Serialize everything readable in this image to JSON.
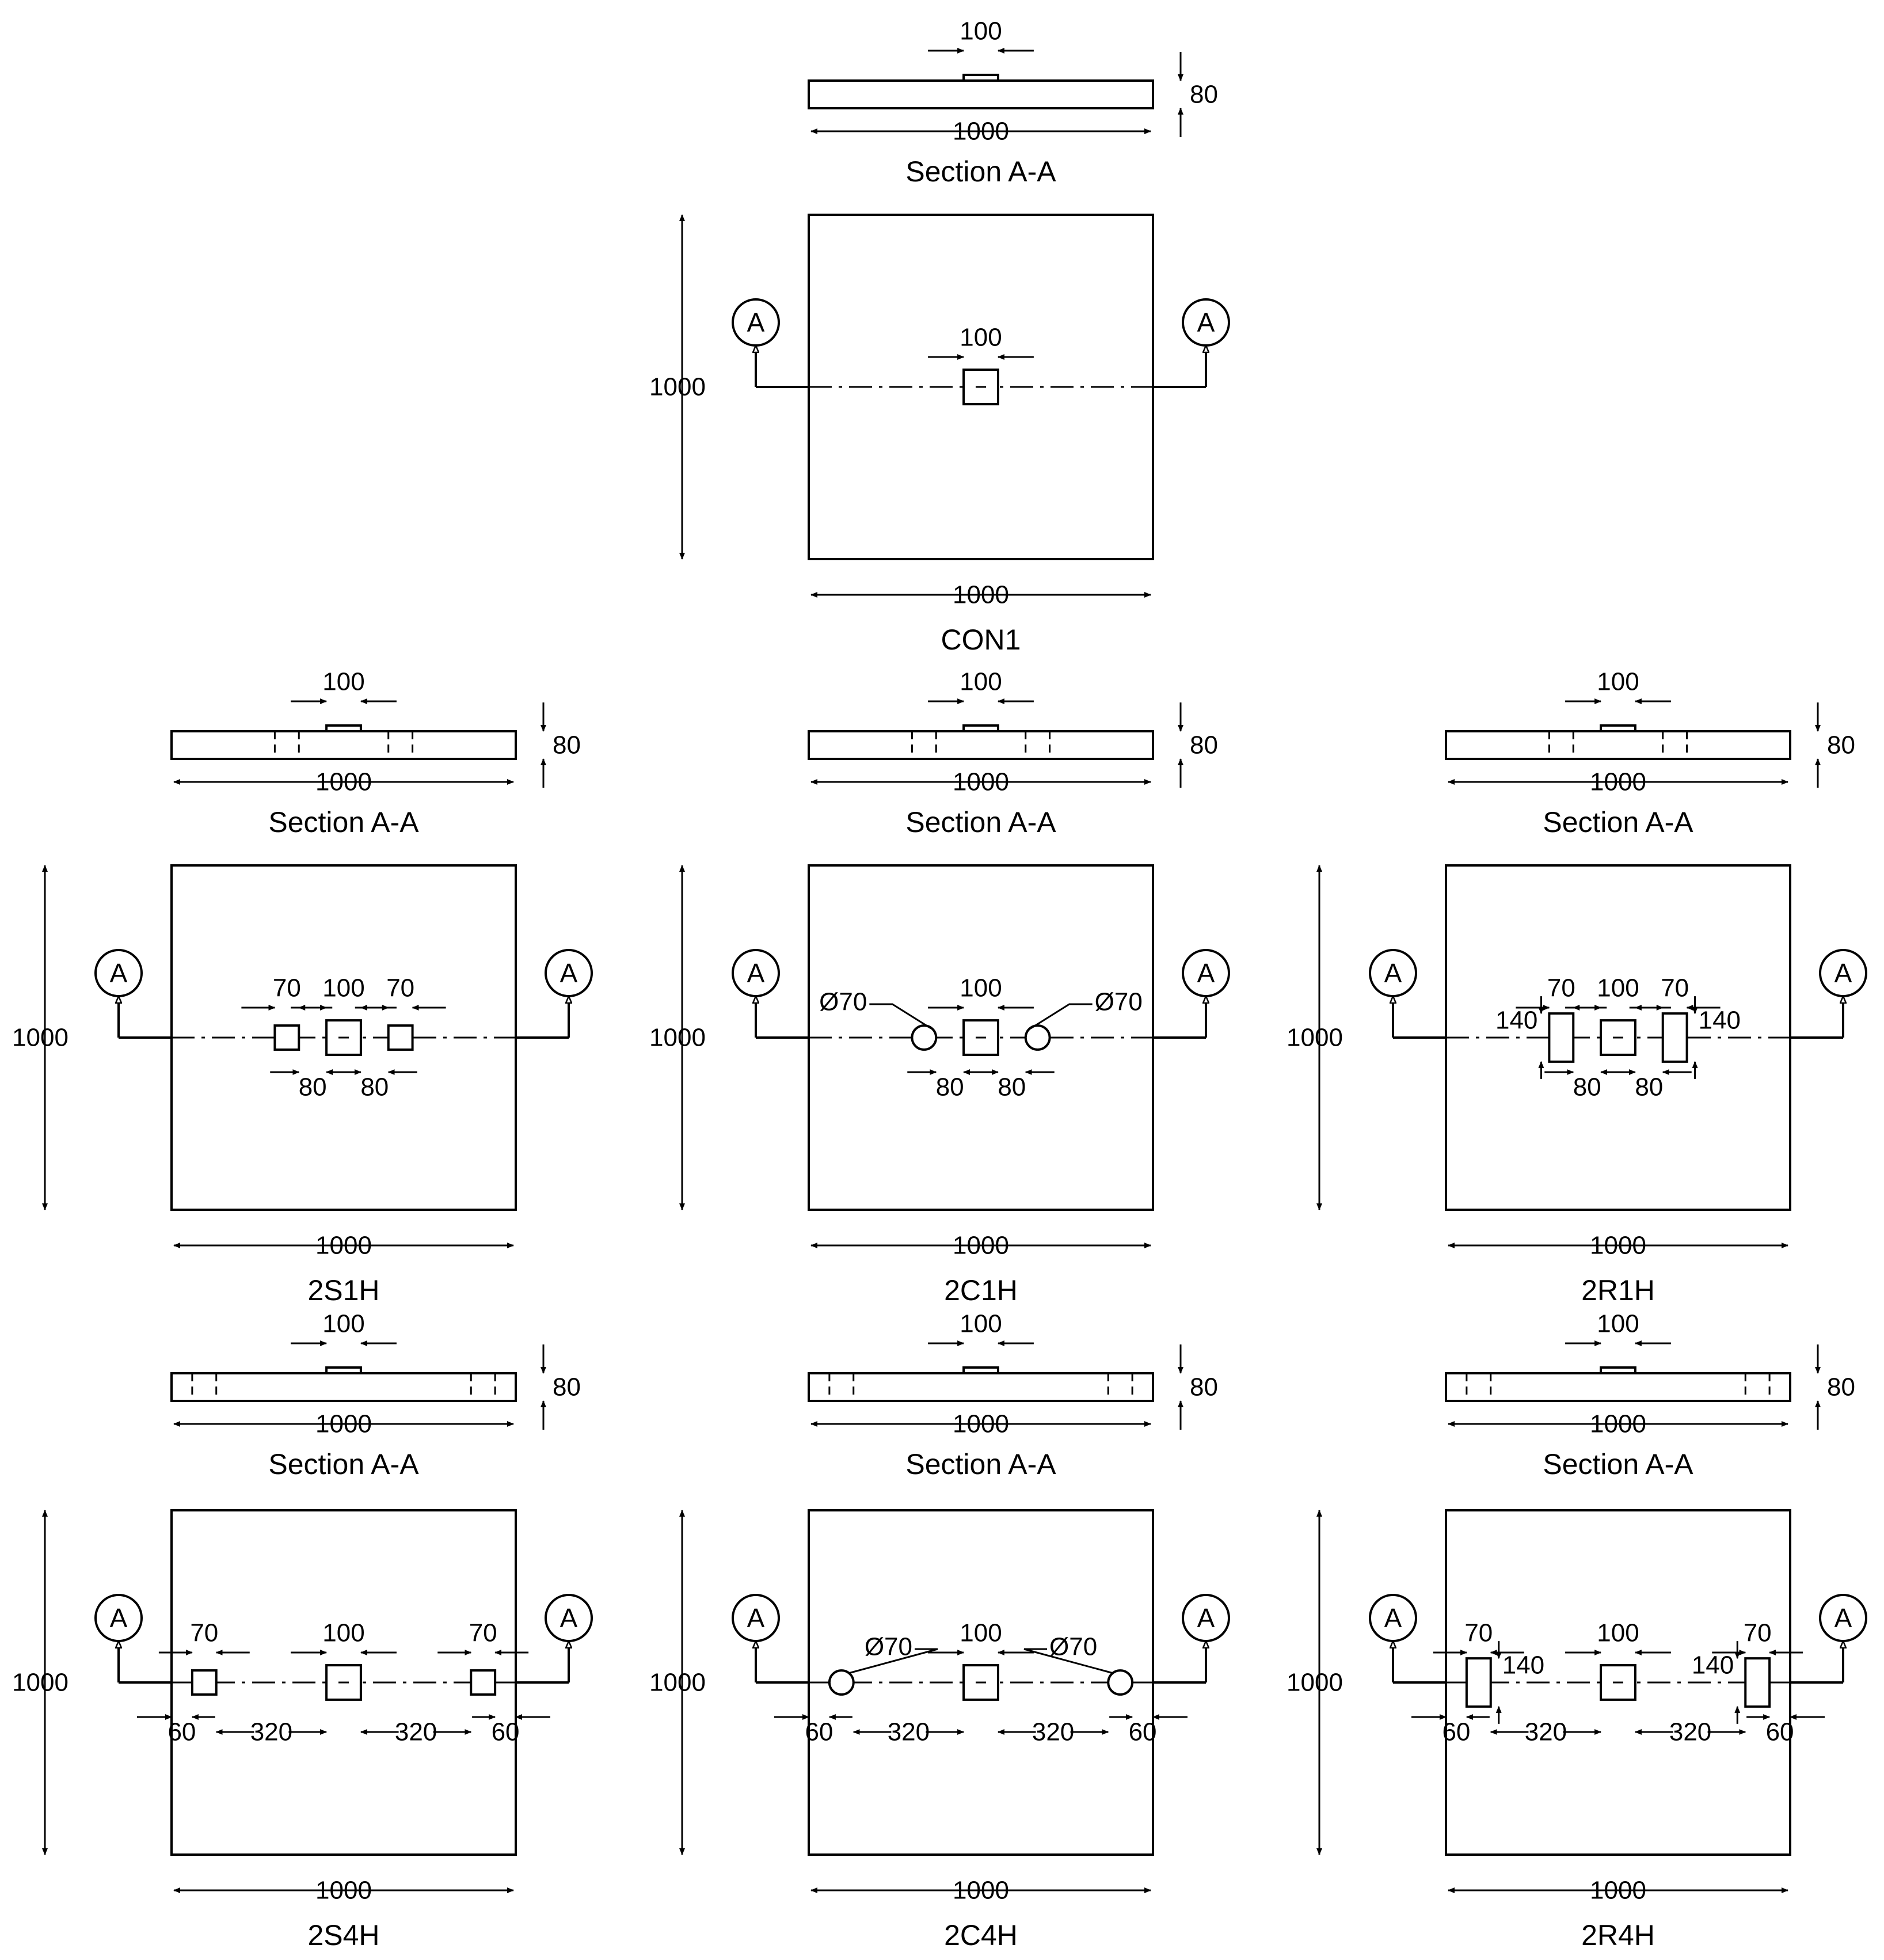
{
  "drawing": {
    "line_color": "#000000",
    "background": "#ffffff",
    "section_marker_letter": "A",
    "section_caption": "Section A-A"
  },
  "specimens": [
    {
      "id": "CON1",
      "label": "CON1",
      "col": 1,
      "row": 0,
      "slab_mm": 1000,
      "thickness_mm": 80,
      "column_mm": 100,
      "section_holes": "none",
      "holes": [],
      "dims": {
        "width": "1000",
        "height": "1000",
        "thickness": "80",
        "column": "100",
        "sec_width": "1000"
      }
    },
    {
      "id": "2S1H",
      "label": "2S1H",
      "col": 0,
      "row": 1,
      "slab_mm": 1000,
      "thickness_mm": 80,
      "column_mm": 100,
      "section_holes": "near",
      "holes": [
        {
          "shape": "square",
          "size_mm": 70,
          "gap_mm": 80,
          "side": "left"
        },
        {
          "shape": "square",
          "size_mm": 70,
          "gap_mm": 80,
          "side": "right"
        }
      ],
      "dims": {
        "width": "1000",
        "height": "1000",
        "thickness": "80",
        "column": "100",
        "sec_width": "1000",
        "hole_left": "70",
        "hole_right": "70",
        "gap_left": "80",
        "gap_right": "80"
      }
    },
    {
      "id": "2C1H",
      "label": "2C1H",
      "col": 1,
      "row": 1,
      "slab_mm": 1000,
      "thickness_mm": 80,
      "column_mm": 100,
      "section_holes": "near",
      "holes": [
        {
          "shape": "circle",
          "size_mm": 70,
          "gap_mm": 80,
          "side": "left"
        },
        {
          "shape": "circle",
          "size_mm": 70,
          "gap_mm": 80,
          "side": "right"
        }
      ],
      "dims": {
        "width": "1000",
        "height": "1000",
        "thickness": "80",
        "column": "100",
        "sec_width": "1000",
        "dia_left": "Ø70",
        "dia_right": "Ø70",
        "gap_left": "80",
        "gap_right": "80"
      }
    },
    {
      "id": "2R1H",
      "label": "2R1H",
      "col": 2,
      "row": 1,
      "slab_mm": 1000,
      "thickness_mm": 80,
      "column_mm": 100,
      "section_holes": "near",
      "holes": [
        {
          "shape": "rect",
          "w_mm": 70,
          "h_mm": 140,
          "gap_mm": 80,
          "side": "left"
        },
        {
          "shape": "rect",
          "w_mm": 70,
          "h_mm": 140,
          "gap_mm": 80,
          "side": "right"
        }
      ],
      "dims": {
        "width": "1000",
        "height": "1000",
        "thickness": "80",
        "column": "100",
        "sec_width": "1000",
        "hole_left": "70",
        "hole_right": "70",
        "len_left": "140",
        "len_right": "140",
        "gap_left": "80",
        "gap_right": "80"
      }
    },
    {
      "id": "2S4H",
      "label": "2S4H",
      "col": 0,
      "row": 2,
      "slab_mm": 1000,
      "thickness_mm": 80,
      "column_mm": 100,
      "section_holes": "far",
      "holes": [
        {
          "shape": "square",
          "size_mm": 70,
          "edge_mm": 60,
          "gap_mm": 320,
          "side": "left"
        },
        {
          "shape": "square",
          "size_mm": 70,
          "edge_mm": 60,
          "gap_mm": 320,
          "side": "right"
        }
      ],
      "dims": {
        "width": "1000",
        "height": "1000",
        "thickness": "80",
        "column": "100",
        "sec_width": "1000",
        "hole_left": "70",
        "hole_right": "70",
        "edge_left": "60",
        "edge_right": "60",
        "gap_left": "320",
        "gap_right": "320"
      }
    },
    {
      "id": "2C4H",
      "label": "2C4H",
      "col": 1,
      "row": 2,
      "slab_mm": 1000,
      "thickness_mm": 80,
      "column_mm": 100,
      "section_holes": "far",
      "holes": [
        {
          "shape": "circle",
          "size_mm": 70,
          "edge_mm": 60,
          "gap_mm": 320,
          "side": "left"
        },
        {
          "shape": "circle",
          "size_mm": 70,
          "edge_mm": 60,
          "gap_mm": 320,
          "side": "right"
        }
      ],
      "dims": {
        "width": "1000",
        "height": "1000",
        "thickness": "80",
        "column": "100",
        "sec_width": "1000",
        "dia_left": "Ø70",
        "dia_right": "Ø70",
        "edge_left": "60",
        "edge_right": "60",
        "gap_left": "320",
        "gap_right": "320"
      }
    },
    {
      "id": "2R4H",
      "label": "2R4H",
      "col": 2,
      "row": 2,
      "slab_mm": 1000,
      "thickness_mm": 80,
      "column_mm": 100,
      "section_holes": "far",
      "holes": [
        {
          "shape": "rect",
          "w_mm": 70,
          "h_mm": 140,
          "edge_mm": 60,
          "gap_mm": 320,
          "side": "left"
        },
        {
          "shape": "rect",
          "w_mm": 70,
          "h_mm": 140,
          "edge_mm": 60,
          "gap_mm": 320,
          "side": "right"
        }
      ],
      "dims": {
        "width": "1000",
        "height": "1000",
        "thickness": "80",
        "column": "100",
        "sec_width": "1000",
        "hole_left": "70",
        "hole_right": "70",
        "len_left": "140",
        "len_right": "140",
        "edge_left": "60",
        "edge_right": "60",
        "gap_left": "320",
        "gap_right": "320"
      }
    }
  ]
}
